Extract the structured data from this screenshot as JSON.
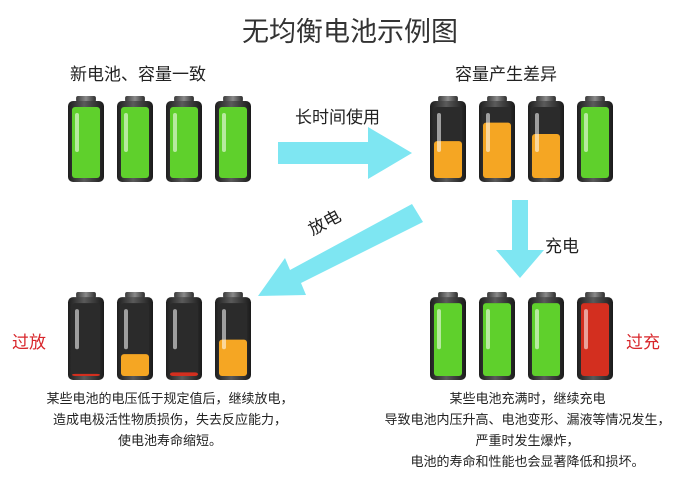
{
  "title": "无均衡电池示例图",
  "panels": {
    "top_left": {
      "label": "新电池、容量一致",
      "levels": [
        1,
        1,
        1,
        1
      ]
    },
    "top_right": {
      "label": "容量产生差异",
      "levels": [
        0.52,
        0.78,
        0.62,
        1
      ]
    },
    "bottom_left": {
      "tag": "过放",
      "levels": [
        0.03,
        0.3,
        0.05,
        0.5
      ],
      "desc": [
        "某些电池的电压低于规定值后，继续放电，",
        "造成电极活性物质损伤，失去反应能力，",
        "使电池寿命缩短。"
      ]
    },
    "bottom_right": {
      "tag": "过充",
      "levels": [
        1,
        1,
        1,
        1
      ],
      "overcharged_index": 3,
      "desc": [
        "某些电池充满时，继续充电",
        "导致电池内压升高、电池变形、漏液等情况发生，",
        "严重时发生爆炸，",
        "电池的寿命和性能也会显著降低和损坏。"
      ]
    }
  },
  "arrows": {
    "long_time": "长时间使用",
    "discharge": "放电",
    "charge": "充电"
  },
  "colors": {
    "green": "#5fd02c",
    "orange": "#f5a623",
    "red": "#d32f1f",
    "arrow": "#7ee6f2",
    "tag_red": "#d8262b"
  }
}
